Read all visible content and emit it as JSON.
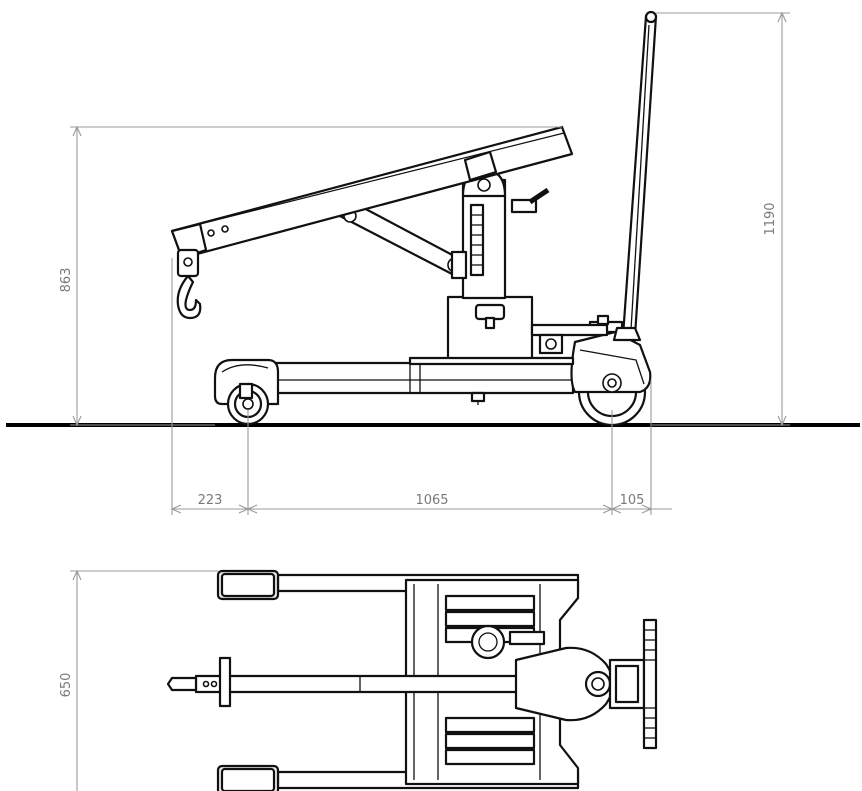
{
  "dimensions": {
    "overall_height": "1190",
    "boom_height": "863",
    "front_overhang": "223",
    "wheelbase": "1065",
    "rear_overhang": "105",
    "overall_width": "650"
  }
}
